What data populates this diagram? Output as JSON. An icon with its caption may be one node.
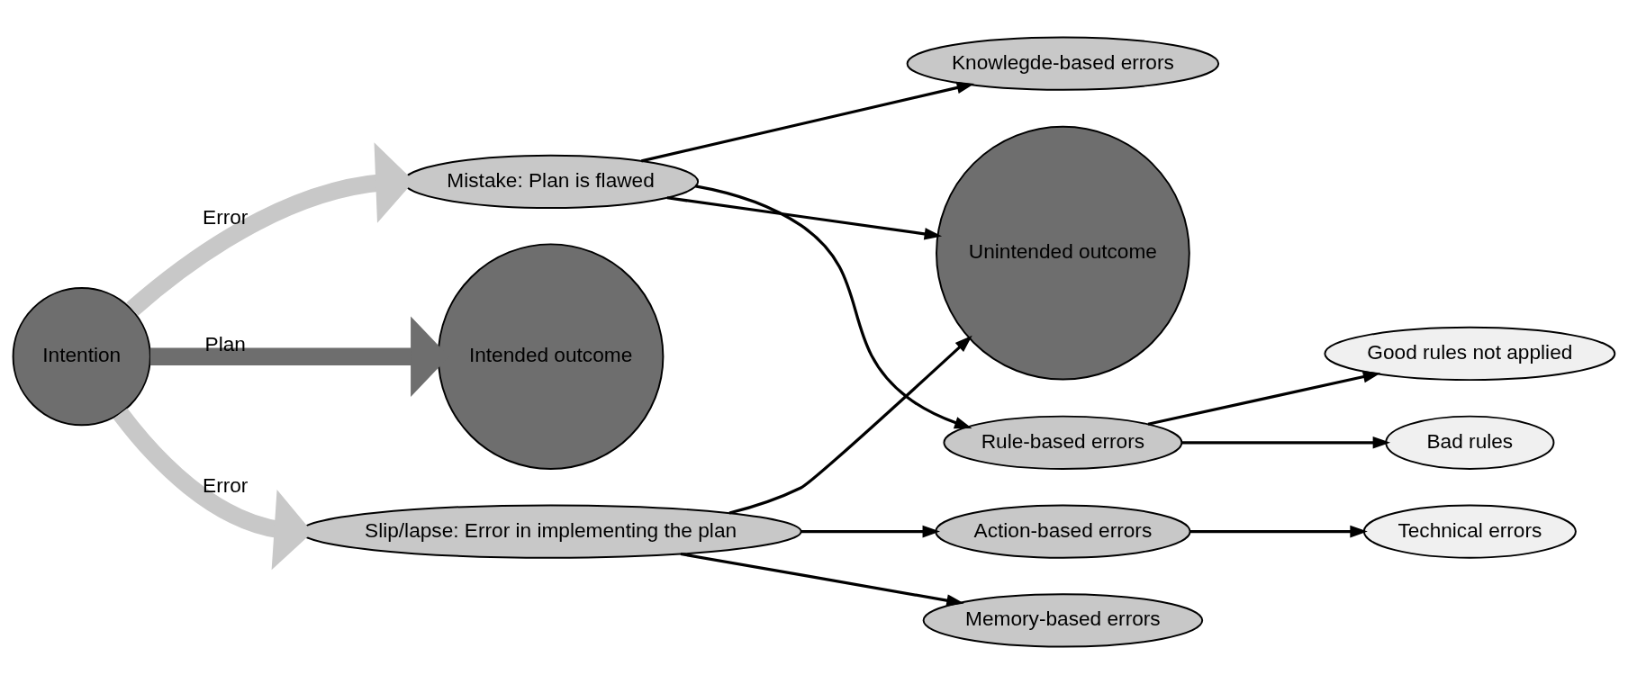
{
  "diagram": {
    "nodes": [
      {
        "text": [
          "Intention"
        ]
      },
      {
        "text": [
          "Intended outcome"
        ]
      },
      {
        "text": [
          "Mistake: Plan is flawed"
        ]
      },
      {
        "text": [
          "Unintended outcome"
        ]
      },
      {
        "text": [
          "Slip/lapse: Error in implementing the plan"
        ]
      },
      {
        "text": [
          "Knowlegde-based errors"
        ]
      },
      {
        "text": [
          "Rule-based errors"
        ]
      },
      {
        "text": [
          "Action-based errors"
        ]
      },
      {
        "text": [
          "Memory-based errors"
        ]
      },
      {
        "text": [
          "Good rules not applied"
        ]
      },
      {
        "text": [
          "Bad rules"
        ]
      },
      {
        "text": [
          "Technical errors"
        ]
      }
    ],
    "edges": [
      {
        "from": 0,
        "to": 2,
        "arrow": "to",
        "label": "Error",
        "style": "thick",
        "color": "#c8c8c8"
      },
      {
        "from": 0,
        "to": 1,
        "arrow": "to",
        "label": "Plan",
        "style": "thick",
        "color": "#6e6e6e"
      },
      {
        "from": 0,
        "to": 4,
        "arrow": "to",
        "label": "Error",
        "style": "thick",
        "color": "#c8c8c8"
      },
      {
        "from": 2,
        "to": 3,
        "arrow": "to"
      },
      {
        "from": 4,
        "to": 3,
        "arrow": "to"
      },
      {
        "from": 2,
        "to": 5,
        "arrow": "to"
      },
      {
        "from": 2,
        "to": 6,
        "arrow": "to"
      },
      {
        "from": 6,
        "to": 9,
        "arrow": "to"
      },
      {
        "from": 6,
        "to": 10,
        "arrow": "to"
      },
      {
        "from": 4,
        "to": 7,
        "arrow": "to"
      },
      {
        "from": 4,
        "to": 8,
        "arrow": "to"
      },
      {
        "from": 7,
        "to": 11,
        "arrow": "to"
      }
    ]
  }
}
